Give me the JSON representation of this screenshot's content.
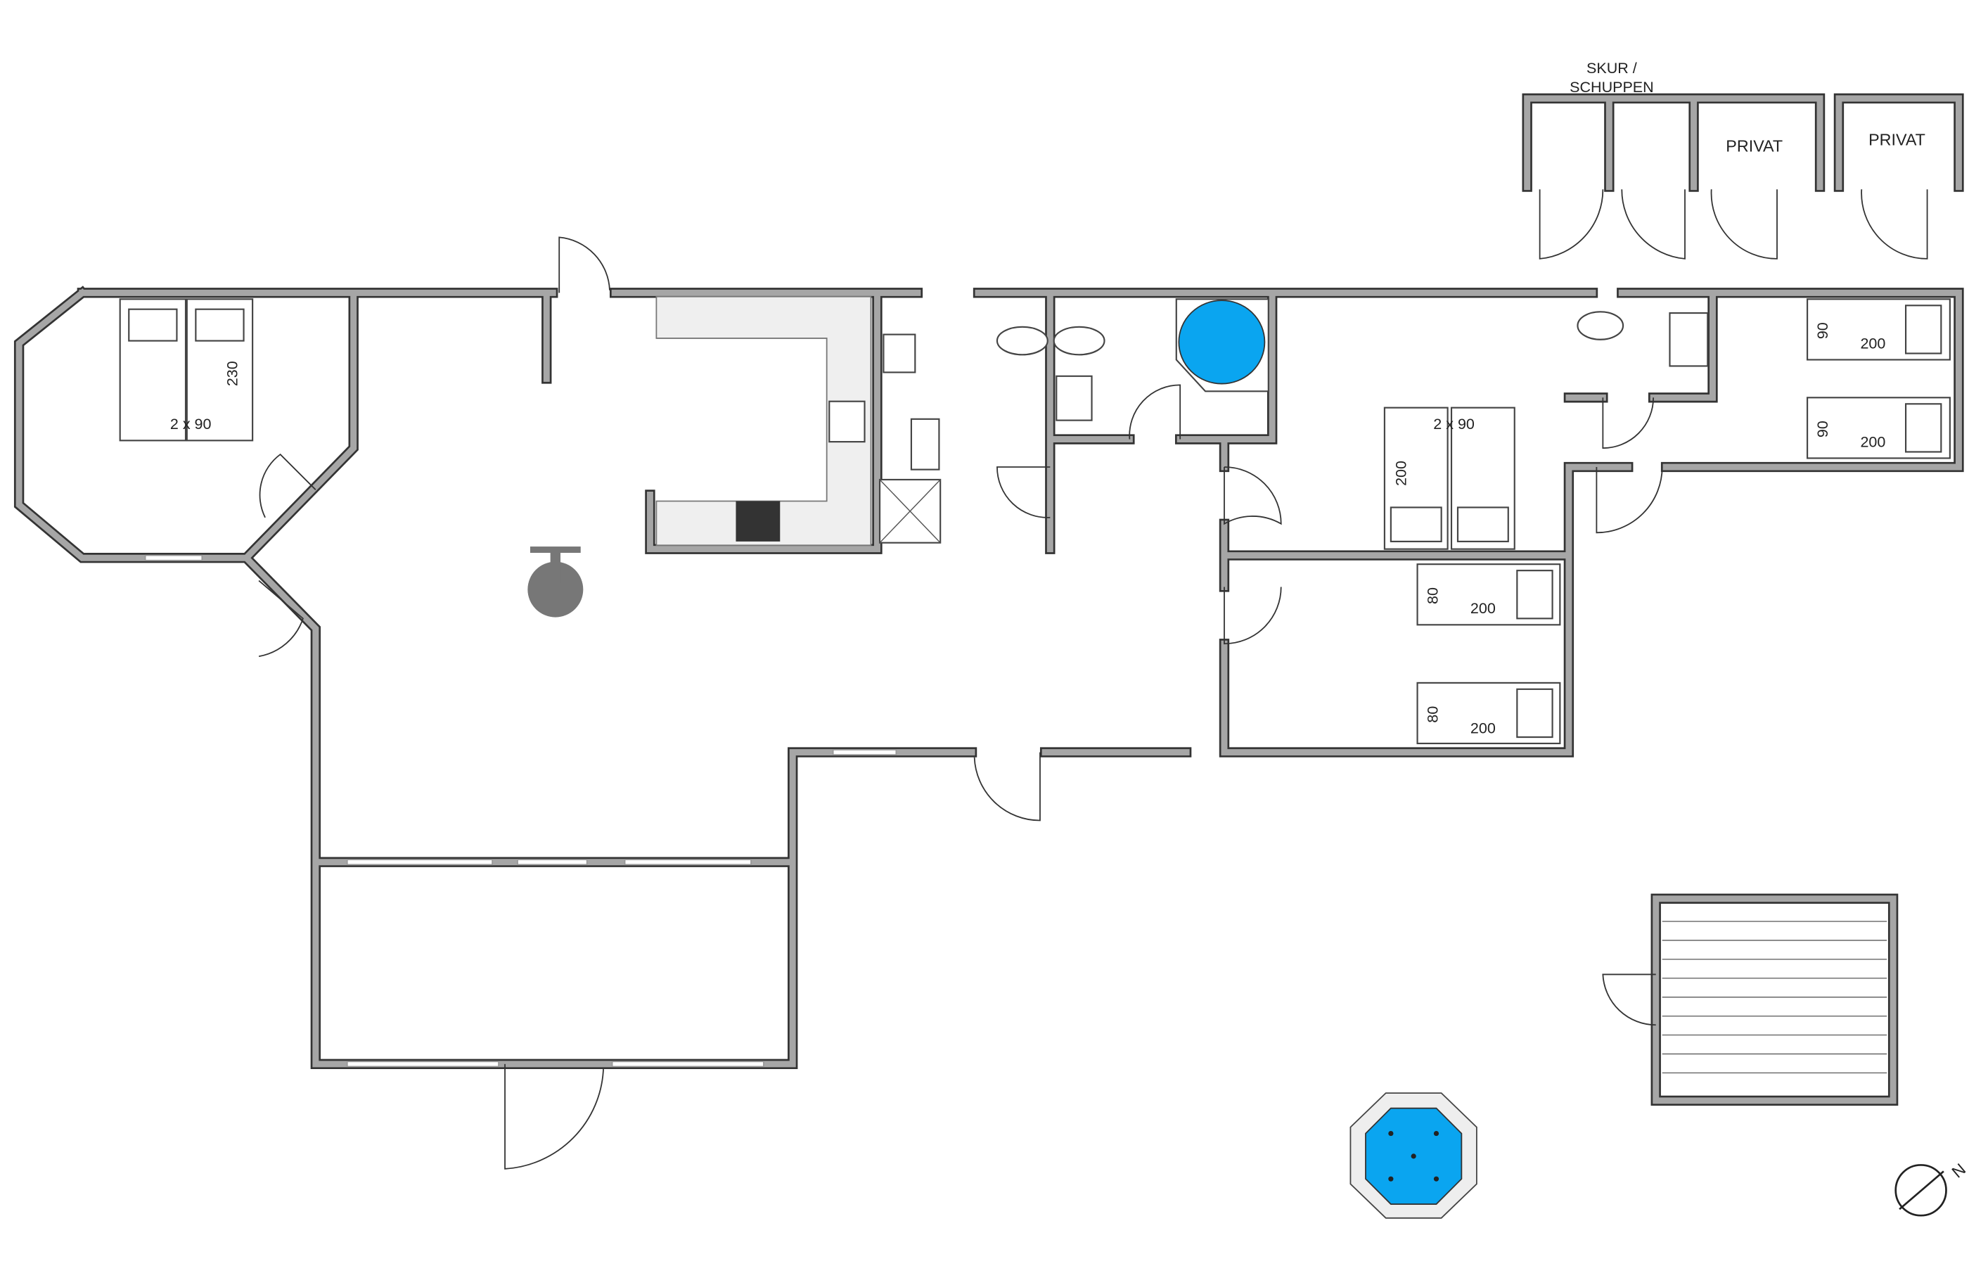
{
  "shed": {
    "title_line1": "SKUR /",
    "title_line2": "SCHUPPEN",
    "private_1": "PRIVAT",
    "private_2": "PRIVAT"
  },
  "bedroom_west": {
    "bed_label": "2 x 90",
    "bed_length": "230"
  },
  "bedroom_middle": {
    "bed_label": "2 x 90",
    "bed_length": "200"
  },
  "bedroom_south": {
    "beds": [
      {
        "width": "80",
        "length": "200"
      },
      {
        "width": "80",
        "length": "200"
      }
    ]
  },
  "bedroom_east": {
    "beds": [
      {
        "width": "90",
        "length": "200"
      },
      {
        "width": "90",
        "length": "200"
      }
    ]
  },
  "compass": {
    "label": "N"
  },
  "colors": {
    "wall": "#a6a6a6",
    "water": "#0aa5f0",
    "counter": "#efefef"
  }
}
